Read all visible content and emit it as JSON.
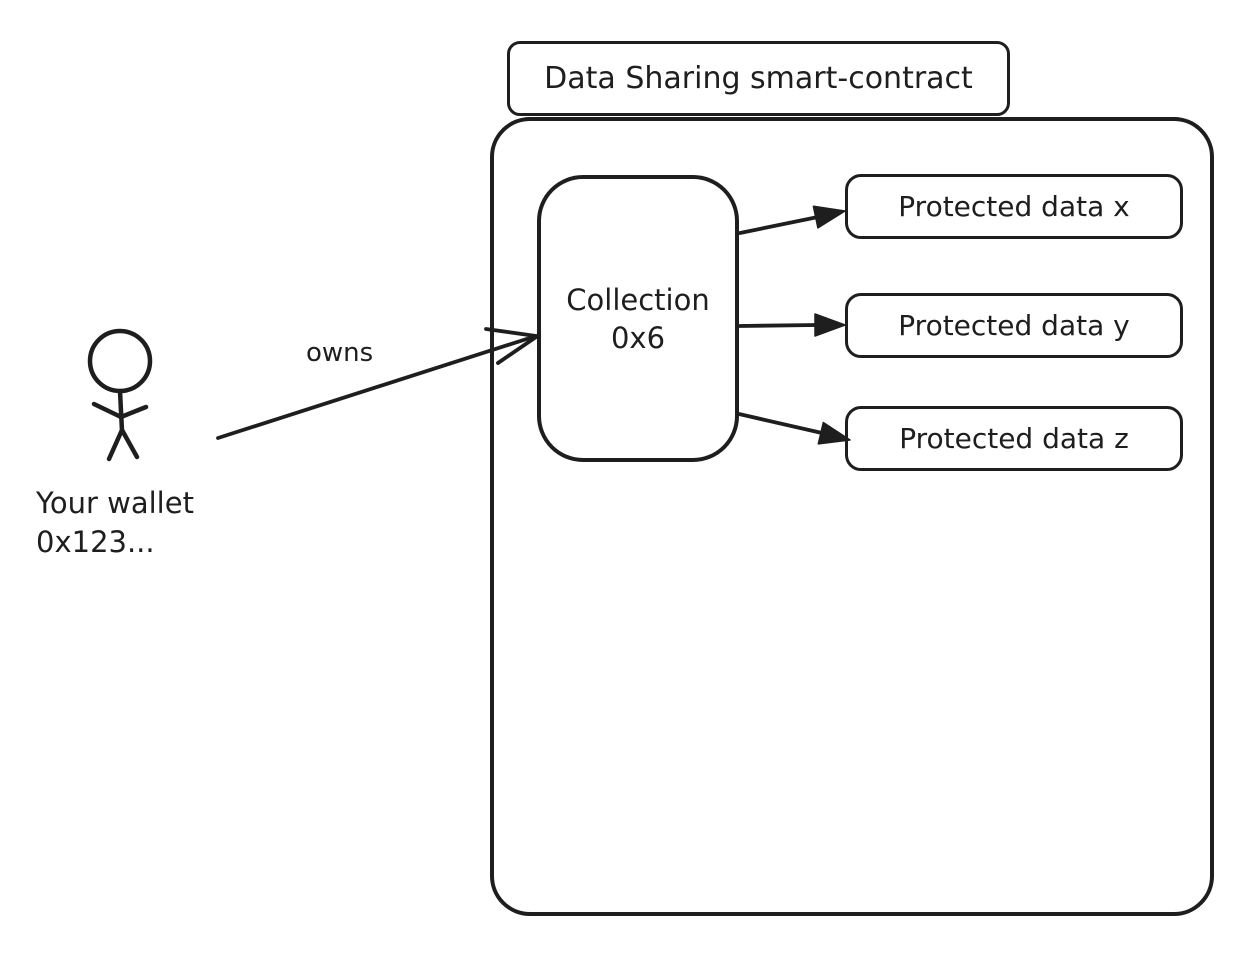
{
  "diagram": {
    "title": "Data Sharing smart-contract",
    "actor": {
      "name_line1": "Your wallet",
      "name_line2": "0x123..."
    },
    "owns_edge_label": "owns",
    "collection": {
      "name": "Collection",
      "address": "0x6"
    },
    "protected_data": [
      {
        "label": "Protected data x"
      },
      {
        "label": "Protected data y"
      },
      {
        "label": "Protected data z"
      }
    ],
    "colors": {
      "stroke": "#1e1e1e",
      "background": "#ffffff"
    }
  }
}
